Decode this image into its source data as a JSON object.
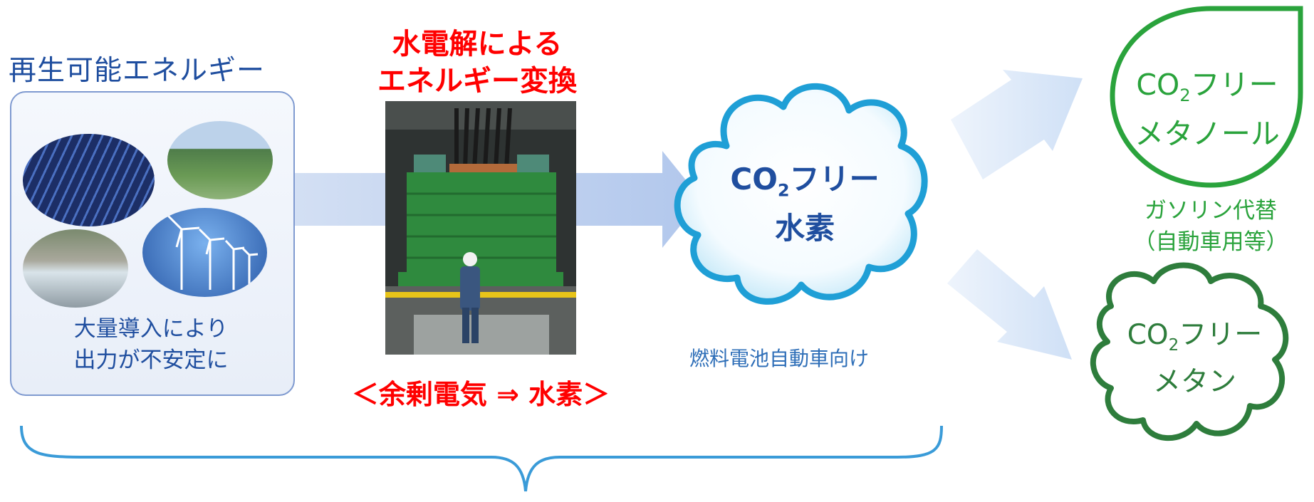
{
  "renewable": {
    "title": "再生可能エネルギー",
    "caption_line1": "大量導入により",
    "caption_line2": "出力が不安定に"
  },
  "electrolysis": {
    "title_line1": "水電解による",
    "title_line2": "エネルギー変換",
    "subtitle": "＜余剰電気 ⇒ 水素＞"
  },
  "hydrogen": {
    "label_prefix": "CO",
    "label_subscript": "2",
    "label_suffix": "フリー",
    "label_line2": "水素",
    "use": "燃料電池自動車向け"
  },
  "methanol": {
    "label_prefix": "CO",
    "label_subscript": "2",
    "label_suffix": "フリー",
    "label_line2": "メタノール",
    "use_line1": "ガソリン代替",
    "use_line2": "（自動車用等）"
  },
  "methane": {
    "label_prefix": "CO",
    "label_subscript": "2",
    "label_suffix": "フリー",
    "label_line2": "メタン"
  },
  "colors": {
    "blue_text": "#1f4e9f",
    "red_text": "#ff0000",
    "green_bright": "#2aa33c",
    "green_dark": "#2e7d3c",
    "cloud_blue": "#1f9fd6",
    "arrow": "#c9d9f2"
  }
}
